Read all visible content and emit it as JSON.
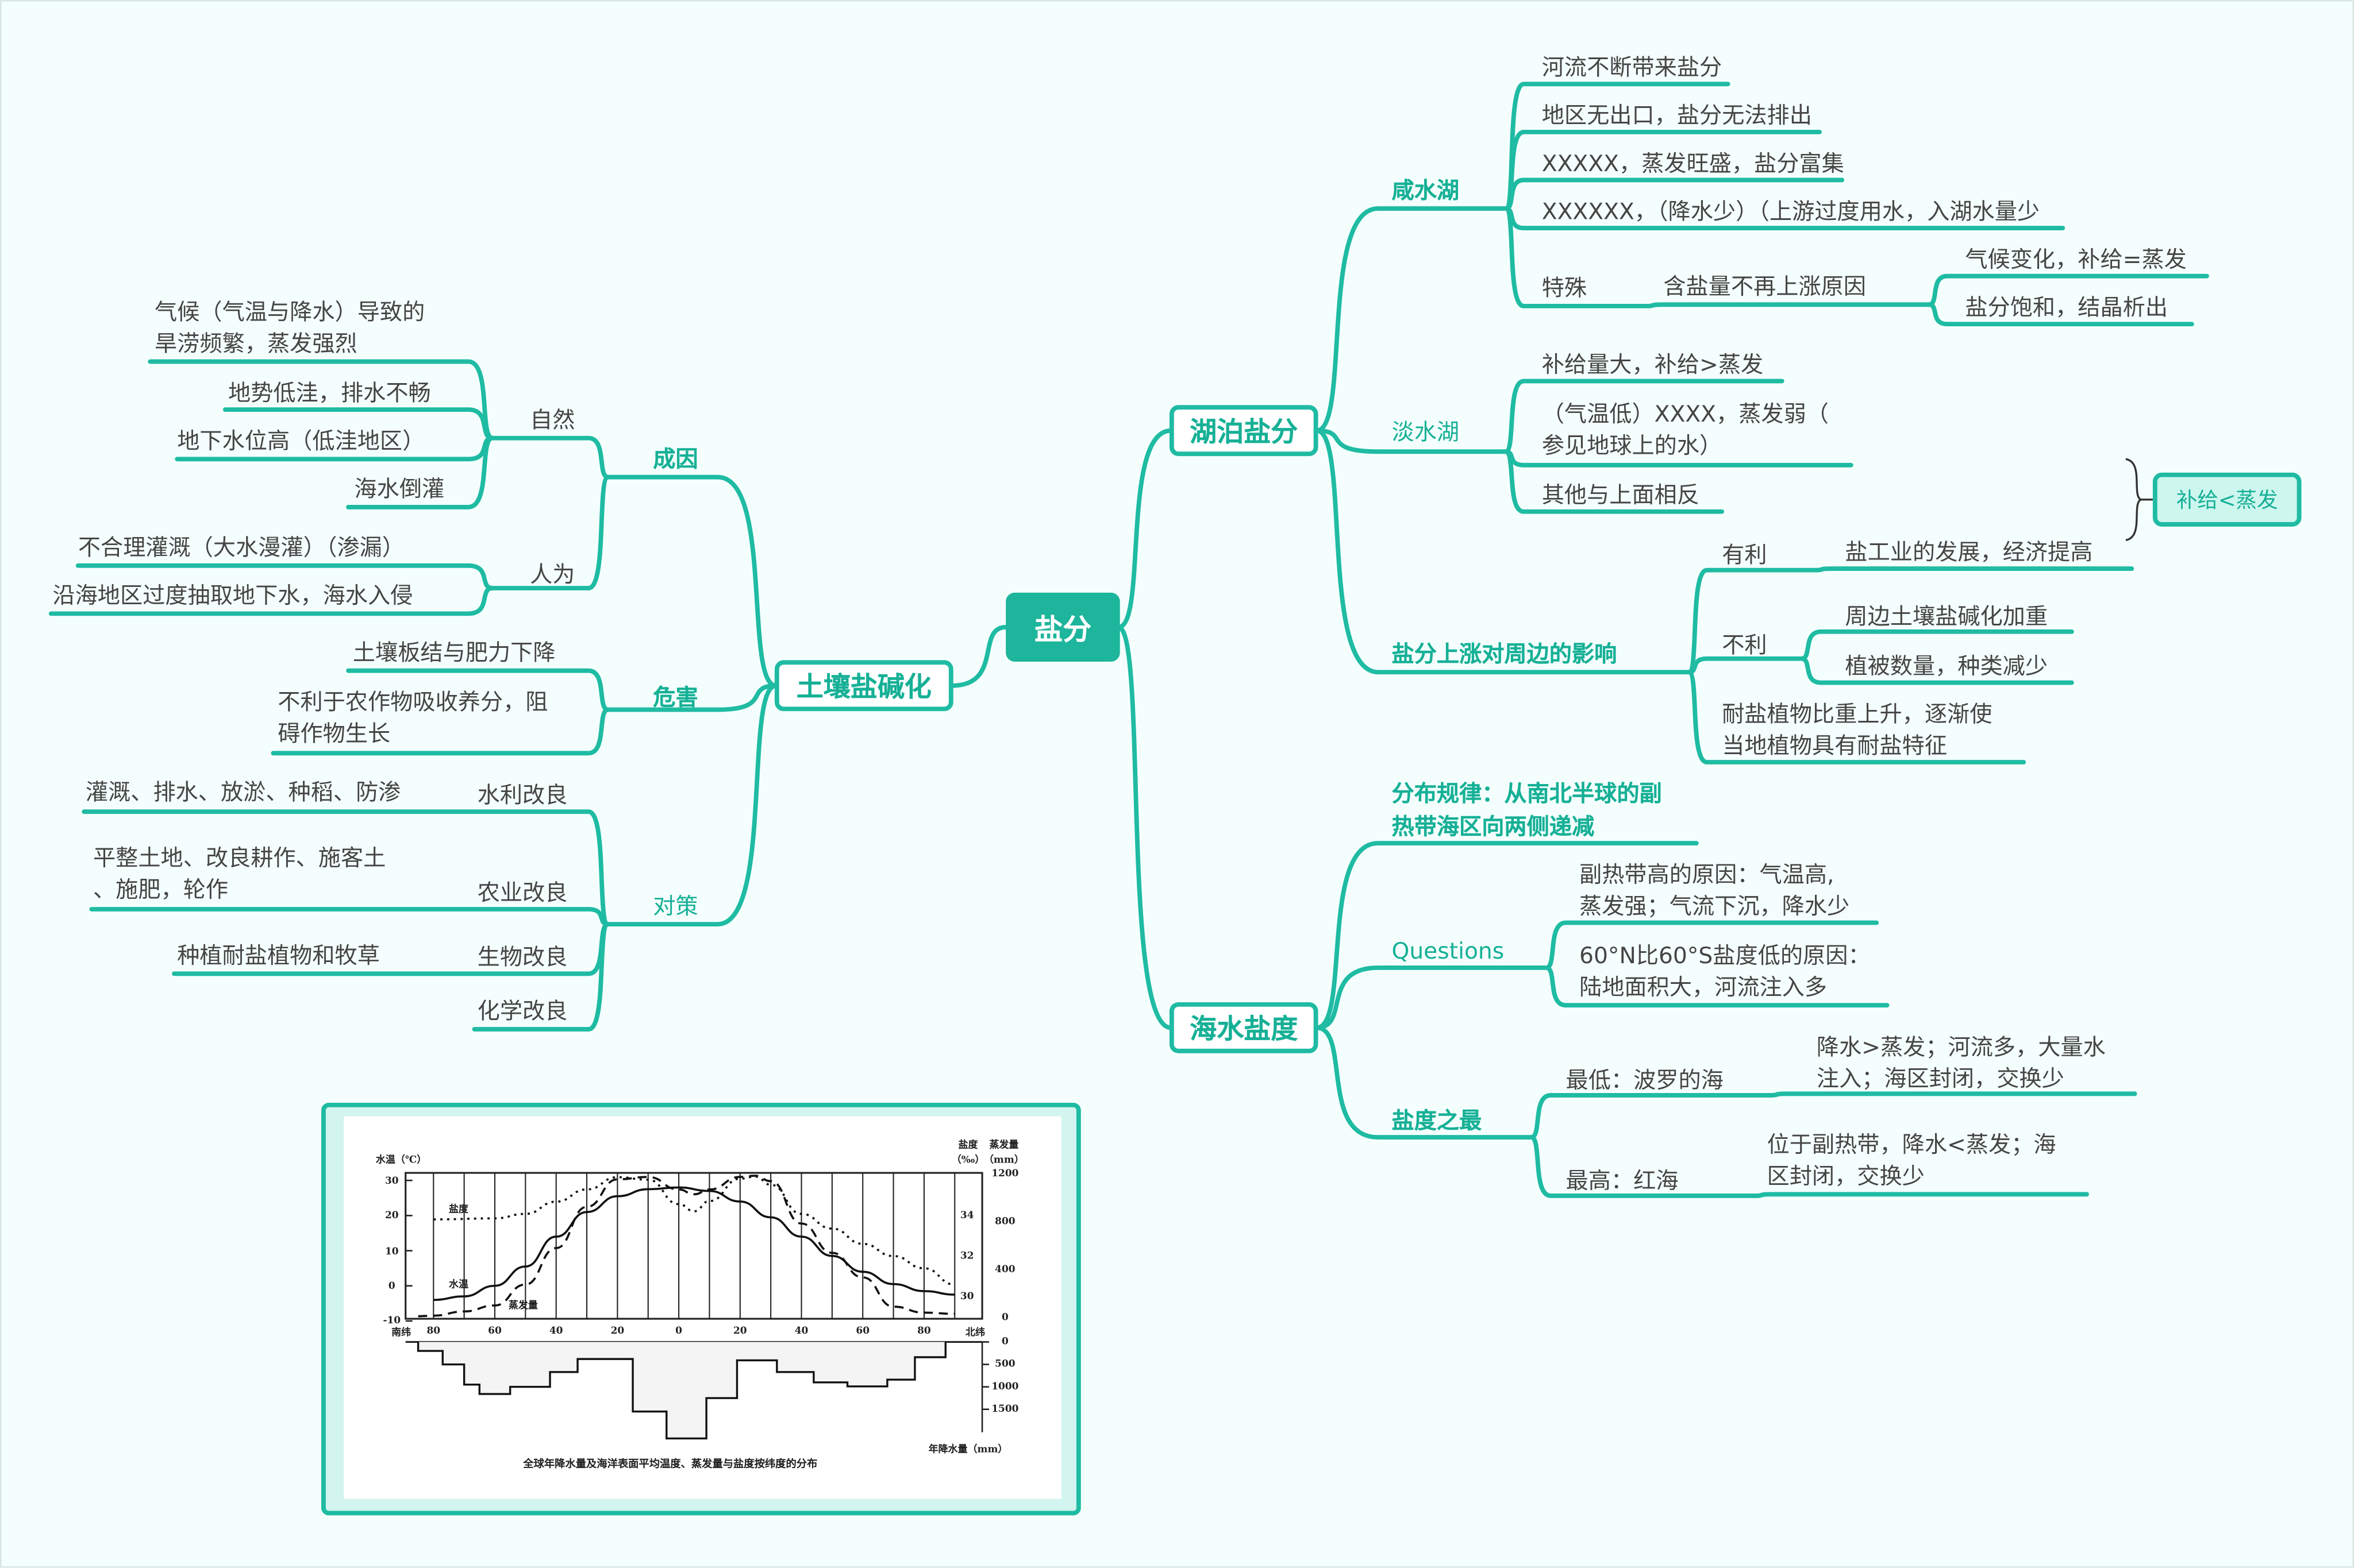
{
  "root": "盐分",
  "lake": {
    "title": "湖泊盐分",
    "salt_lake": {
      "title": "咸水湖",
      "items": [
        "河流不断带来盐分",
        "地区无出口，盐分无法排出",
        "XXXXX，蒸发旺盛，盐分富集",
        "XXXXXX，（降水少）（上游过度用水，入湖水量少"
      ],
      "special": {
        "title": "特殊",
        "reason": "含盐量不再上涨原因",
        "items": [
          "气候变化，补给=蒸发",
          "盐分饱和，结晶析出"
        ]
      }
    },
    "fresh_lake": {
      "title": "淡水湖",
      "items": [
        "补给量大，补给>蒸发",
        "（气温低）XXXX，蒸发弱（",
        "参见地球上的水）",
        "其他与上面相反"
      ],
      "note": "补给<蒸发"
    },
    "impact": {
      "title": "盐分上涨对周边的影响",
      "good": {
        "title": "有利",
        "item": "盐工业的发展，经济提高"
      },
      "bad": {
        "title": "不利",
        "items": [
          "周边土壤盐碱化加重",
          "植被数量，种类减少"
        ]
      },
      "other": [
        "耐盐植物比重上升，逐渐使",
        "当地植物具有耐盐特征"
      ]
    }
  },
  "sea": {
    "title": "海水盐度",
    "rule": [
      "分布规律：从南北半球的副",
      "热带海区向两侧递减"
    ],
    "questions": {
      "title": "Questions",
      "items": [
        [
          "副热带高的原因：气温高,",
          "蒸发强；气流下沉，降水少"
        ],
        [
          "60°N比60°S盐度低的原因：",
          "陆地面积大，河流注入多"
        ]
      ]
    },
    "extremes": {
      "title": "盐度之最",
      "lowest": {
        "title": "最低：波罗的海",
        "reason": [
          "降水>蒸发；河流多，大量水",
          "注入；海区封闭，交换少"
        ]
      },
      "highest": {
        "title": "最高：红海",
        "reason": [
          "位于副热带，降水<蒸发；海",
          "区封闭，交换少"
        ]
      }
    }
  },
  "soil": {
    "title": "土壤盐碱化",
    "cause": {
      "title": "成因",
      "natural": {
        "title": "自然",
        "items": [
          [
            "气候（气温与降水）导致的",
            "旱涝频繁，蒸发强烈"
          ],
          "地势低洼，排水不畅",
          "地下水位高（低洼地区）",
          "海水倒灌"
        ]
      },
      "human": {
        "title": "人为",
        "items": [
          "不合理灌溉（大水漫灌）（渗漏）",
          "沿海地区过度抽取地下水，海水入侵"
        ]
      }
    },
    "harm": {
      "title": "危害",
      "items": [
        "土壤板结与肥力下降",
        "不利于农作物吸收养分，阻",
        "碍作物生长"
      ]
    },
    "measures": {
      "title": "对策",
      "water": {
        "title": "水利改良",
        "item": "灌溉、排水、放淤、种稻、防渗"
      },
      "agri": {
        "title": "农业改良",
        "item": [
          "平整土地、改良耕作、施客土",
          "、施肥，轮作"
        ]
      },
      "bio": {
        "title": "生物改良",
        "item": "种植耐盐植物和牧草"
      },
      "chem": {
        "title": "化学改良"
      }
    }
  },
  "chart_data": {
    "type": "line",
    "title": "全球年降水量及海洋表面平均温度、蒸发量与盐度按纬度的分布",
    "xlabel_south": "南纬",
    "xlabel_north": "北纬",
    "x_ticks": [
      {
        "lat": -80,
        "label": "80"
      },
      {
        "lat": -60,
        "label": "60"
      },
      {
        "lat": -40,
        "label": "40"
      },
      {
        "lat": -20,
        "label": "20"
      },
      {
        "lat": 0,
        "label": "0"
      },
      {
        "lat": 20,
        "label": "20"
      },
      {
        "lat": 40,
        "label": "40"
      },
      {
        "lat": 60,
        "label": "60"
      },
      {
        "lat": 80,
        "label": "80"
      }
    ],
    "left_axis": {
      "label": "水温（℃）",
      "ticks": [
        30,
        20,
        10,
        0,
        -10
      ],
      "ylim": [
        -10,
        30
      ]
    },
    "right_axis_salinity": {
      "label": "盐度",
      "unit": "（‰）",
      "ticks": [
        34,
        32,
        30
      ]
    },
    "right_axis_evap": {
      "label": "蒸发量",
      "unit": "（mm）",
      "ticks": [
        1200,
        800,
        400,
        0
      ]
    },
    "precip_axis": {
      "label": "年降水量（mm）",
      "ticks": [
        0,
        500,
        1000,
        1500
      ]
    },
    "series": [
      {
        "name": "水温",
        "style": "solid",
        "lat": [
          -80,
          -70,
          -60,
          -50,
          -40,
          -30,
          -20,
          -10,
          0,
          10,
          20,
          30,
          40,
          50,
          60,
          70,
          80,
          90
        ],
        "values": [
          -4,
          -3,
          0,
          5.5,
          14,
          21,
          25.5,
          27.5,
          28,
          27,
          24,
          19.5,
          14,
          8.5,
          4,
          0.5,
          -1.5,
          -2.5
        ]
      },
      {
        "name": "盐度",
        "style": "dotted",
        "lat": [
          -80,
          -60,
          -50,
          -40,
          -30,
          -20,
          -10,
          0,
          5,
          10,
          20,
          25,
          30,
          40,
          50,
          60,
          70,
          80,
          90
        ],
        "values": [
          33.8,
          33.85,
          34.07,
          34.67,
          35.27,
          35.87,
          35.75,
          34.55,
          34.2,
          34.7,
          35.8,
          35.9,
          35.5,
          34.07,
          33.35,
          32.6,
          32.0,
          31.4,
          30.6
        ]
      },
      {
        "name": "蒸发量",
        "style": "dashed",
        "lat": [
          -85,
          -80,
          -70,
          -60,
          -50,
          -40,
          -30,
          -20,
          -10,
          0,
          5,
          10,
          20,
          25,
          30,
          40,
          50,
          60,
          70,
          80,
          90
        ],
        "values": [
          5,
          10,
          45,
          95,
          270,
          575,
          920,
          1150,
          1170,
          1065,
          1025,
          1065,
          1170,
          1180,
          1135,
          780,
          535,
          330,
          85,
          35,
          25
        ]
      },
      {
        "name": "年降水量",
        "style": "step",
        "lat_edges": [
          -85,
          -77,
          -70,
          -65,
          -55,
          -42,
          -33,
          -15,
          -4,
          9,
          19,
          32,
          44,
          55,
          68,
          77,
          87
        ],
        "values": [
          200,
          500,
          950,
          1160,
          1000,
          670,
          380,
          1550,
          2150,
          1250,
          410,
          670,
          900,
          990,
          840,
          340
        ]
      }
    ]
  }
}
